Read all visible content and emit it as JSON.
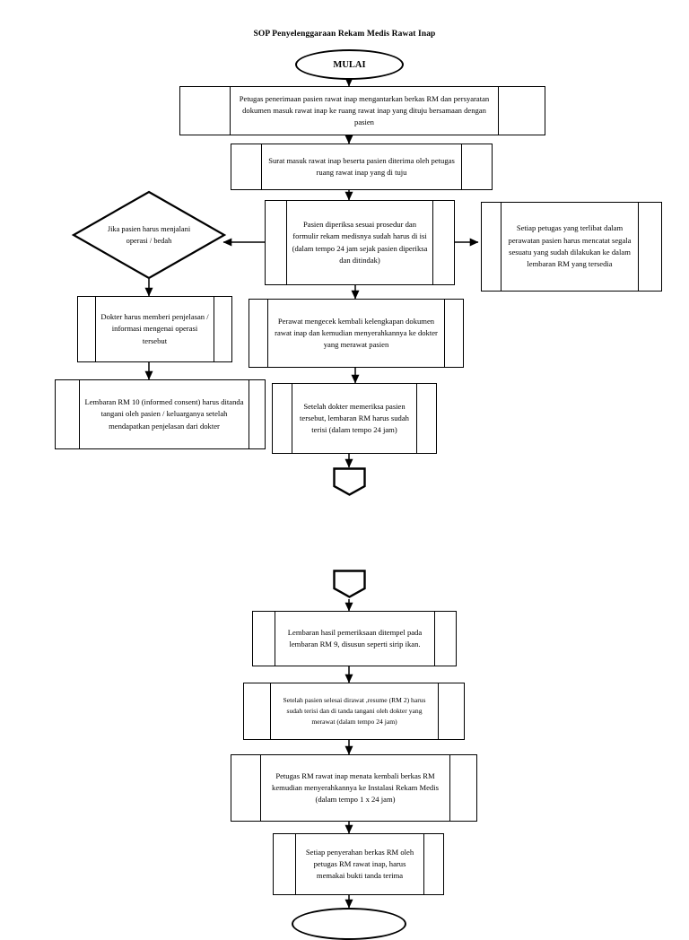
{
  "document": {
    "title": "SOP Penyelenggaraan Rekam Medis Rawat Inap",
    "type": "flowchart",
    "language": "id"
  },
  "flow": {
    "start": {
      "shape": "terminator-oval",
      "label": "MULAI"
    },
    "steps": [
      {
        "id": "step-1",
        "shape": "predefined-process",
        "text": "Petugas penerimaan pasien rawat inap mengantarkan berkas RM dan persyaratan dokumen masuk rawat inap ke ruang rawat inap yang dituju bersamaan dengan pasien"
      },
      {
        "id": "step-2",
        "shape": "predefined-process",
        "text": "Surat masuk rawat inap beserta pasien diterima oleh petugas ruang rawat inap yang di tuju"
      },
      {
        "id": "step-3",
        "shape": "predefined-process",
        "text": "Pasien diperiksa sesuai prosedur dan formulir rekam medisnya sudah harus di isi (dalam tempo 24 jam sejak pasien diperiksa dan ditindak)"
      },
      {
        "id": "decision-1",
        "shape": "decision-diamond",
        "text": "Jika pasien harus menjalani operasi / bedah"
      },
      {
        "id": "step-4",
        "shape": "predefined-process",
        "text": "Setiap petugas yang terlibat dalam perawatan pasien harus mencatat segala sesuatu yang sudah dilakukan ke dalam lembaran RM yang tersedia"
      },
      {
        "id": "step-5",
        "shape": "predefined-process",
        "text": "Dokter harus memberi penjelasan / informasi mengenai operasi tersebut"
      },
      {
        "id": "step-6",
        "shape": "predefined-process",
        "text": "Perawat mengecek kembali kelengkapan dokumen rawat inap dan kemudian menyerahkannya ke dokter yang merawat pasien"
      },
      {
        "id": "step-7",
        "shape": "predefined-process",
        "text": "Lembaran RM 10 (informed consent) harus ditanda tangani oleh pasien / keluarganya setelah mendapatkan penjelasan dari dokter"
      },
      {
        "id": "step-8",
        "shape": "predefined-process",
        "text": "Setelah dokter memeriksa pasien tersebut, lembaran RM harus sudah terisi (dalam tempo 24 jam)"
      },
      {
        "id": "connector-a",
        "shape": "off-page-connector",
        "text": ""
      },
      {
        "id": "connector-b",
        "shape": "off-page-connector",
        "text": ""
      },
      {
        "id": "step-9",
        "shape": "predefined-process",
        "text": "Lembaran hasil pemeriksaan ditempel pada lembaran RM 9, disusun seperti sirip ikan."
      },
      {
        "id": "step-10",
        "shape": "predefined-process",
        "text": "Setelah pasien selesai dirawat ,resume (RM 2) harus sudah terisi dan di tanda tangani oleh dokter yang merawat (dalam tempo 24 jam)"
      },
      {
        "id": "step-11",
        "shape": "predefined-process",
        "text": "Petugas RM rawat inap menata kembali berkas RM kemudian menyerahkannya ke Instalasi Rekam Medis (dalam tempo 1 x 24 jam)"
      },
      {
        "id": "step-12",
        "shape": "predefined-process",
        "text": "Setiap penyerahan berkas RM oleh petugas RM rawat inap, harus memakai bukti tanda terima"
      },
      {
        "id": "end",
        "shape": "terminator-oval",
        "text": ""
      }
    ]
  },
  "style": {
    "stroke": "#000000",
    "fill": "#ffffff",
    "background": "#ffffff"
  }
}
